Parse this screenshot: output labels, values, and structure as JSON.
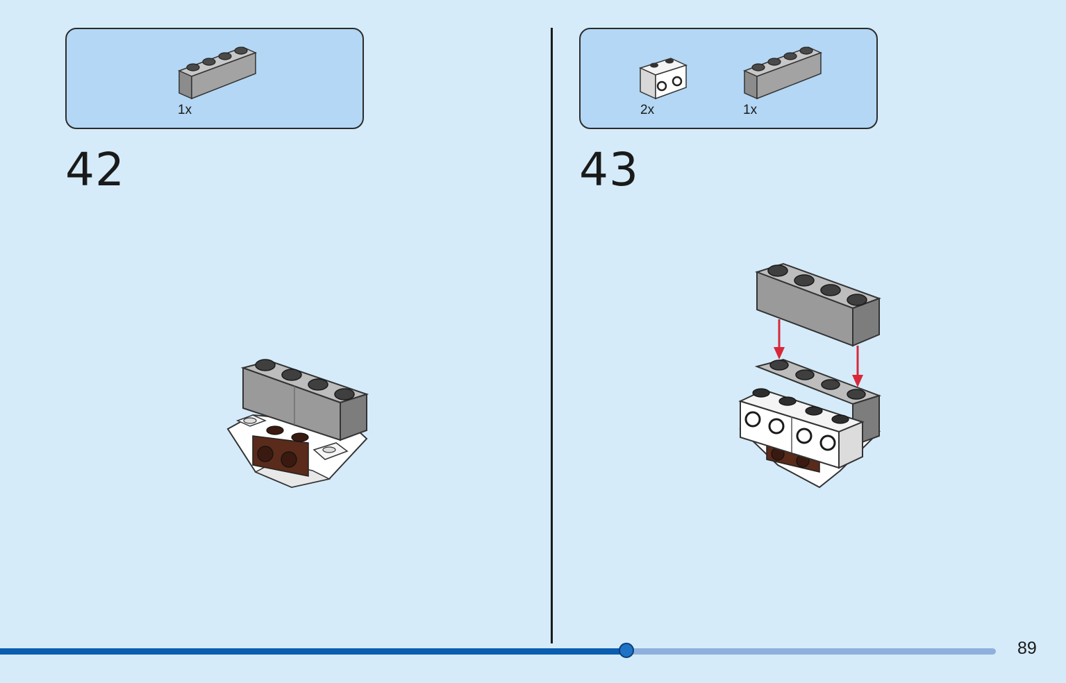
{
  "page": {
    "number": "89",
    "progress_fraction": 0.629
  },
  "steps": [
    {
      "number": "42",
      "parts": [
        {
          "name": "gray 1x4 brick",
          "quantity": "1x"
        }
      ]
    },
    {
      "number": "43",
      "parts": [
        {
          "name": "white 1x2 brick with studs on side",
          "quantity": "2x"
        },
        {
          "name": "gray 1x4 brick",
          "quantity": "1x"
        }
      ]
    }
  ],
  "colors": {
    "background": "#d5ebf9",
    "parts_box": "#b3d7f4",
    "progress_fill": "#0a5db0",
    "progress_track": "#8fb0dd",
    "brick_gray": "#9a9a9a",
    "brick_brown": "#5a2a1a",
    "brick_white": "#ffffff",
    "arrow_red": "#d8283a"
  }
}
